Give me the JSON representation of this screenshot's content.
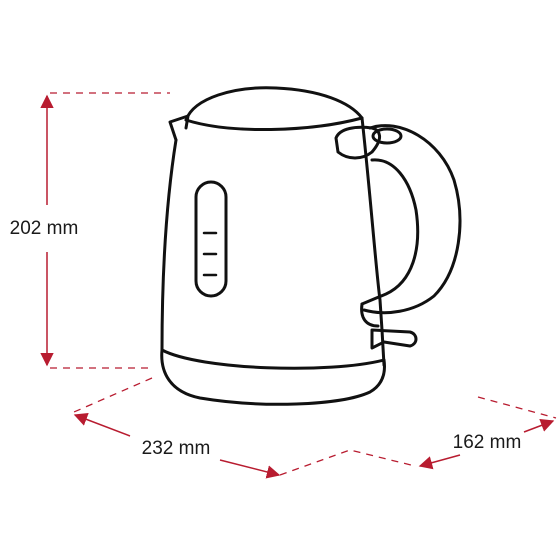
{
  "dimensions": {
    "height": "202 mm",
    "width": "232 mm",
    "depth": "162 mm"
  },
  "colors": {
    "dimension_line": "#b81c30",
    "outline": "#111111",
    "background": "#ffffff"
  },
  "icons": {
    "product": "electric-kettle-outline",
    "arrow": "dimension-arrowhead"
  }
}
